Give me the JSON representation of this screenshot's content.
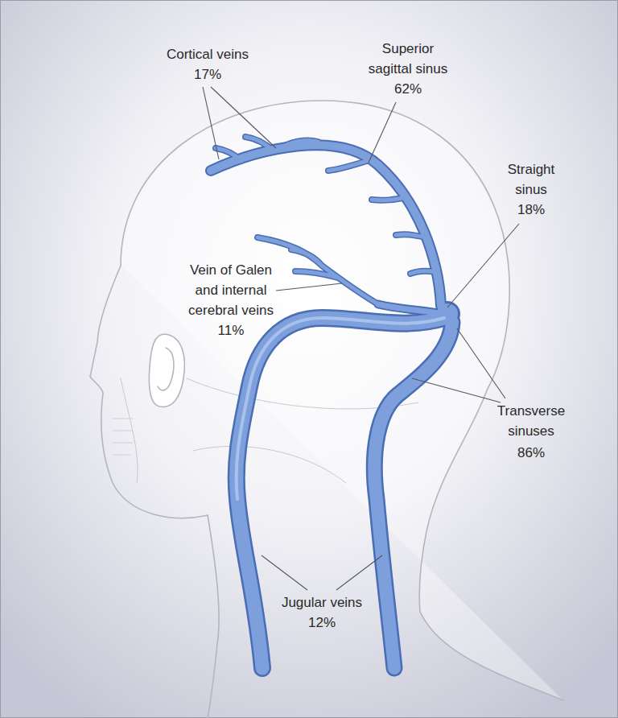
{
  "diagram": {
    "labels": [
      "Cortical veins",
      "17%",
      "Superior sagittal sinus",
      "62%",
      "Straight sinus",
      "18%",
      "Vein of Galen and internal cerebral veins",
      "11%",
      "Transverse sinuses",
      "86%",
      "Jugular veins",
      "12%"
    ]
  }
}
